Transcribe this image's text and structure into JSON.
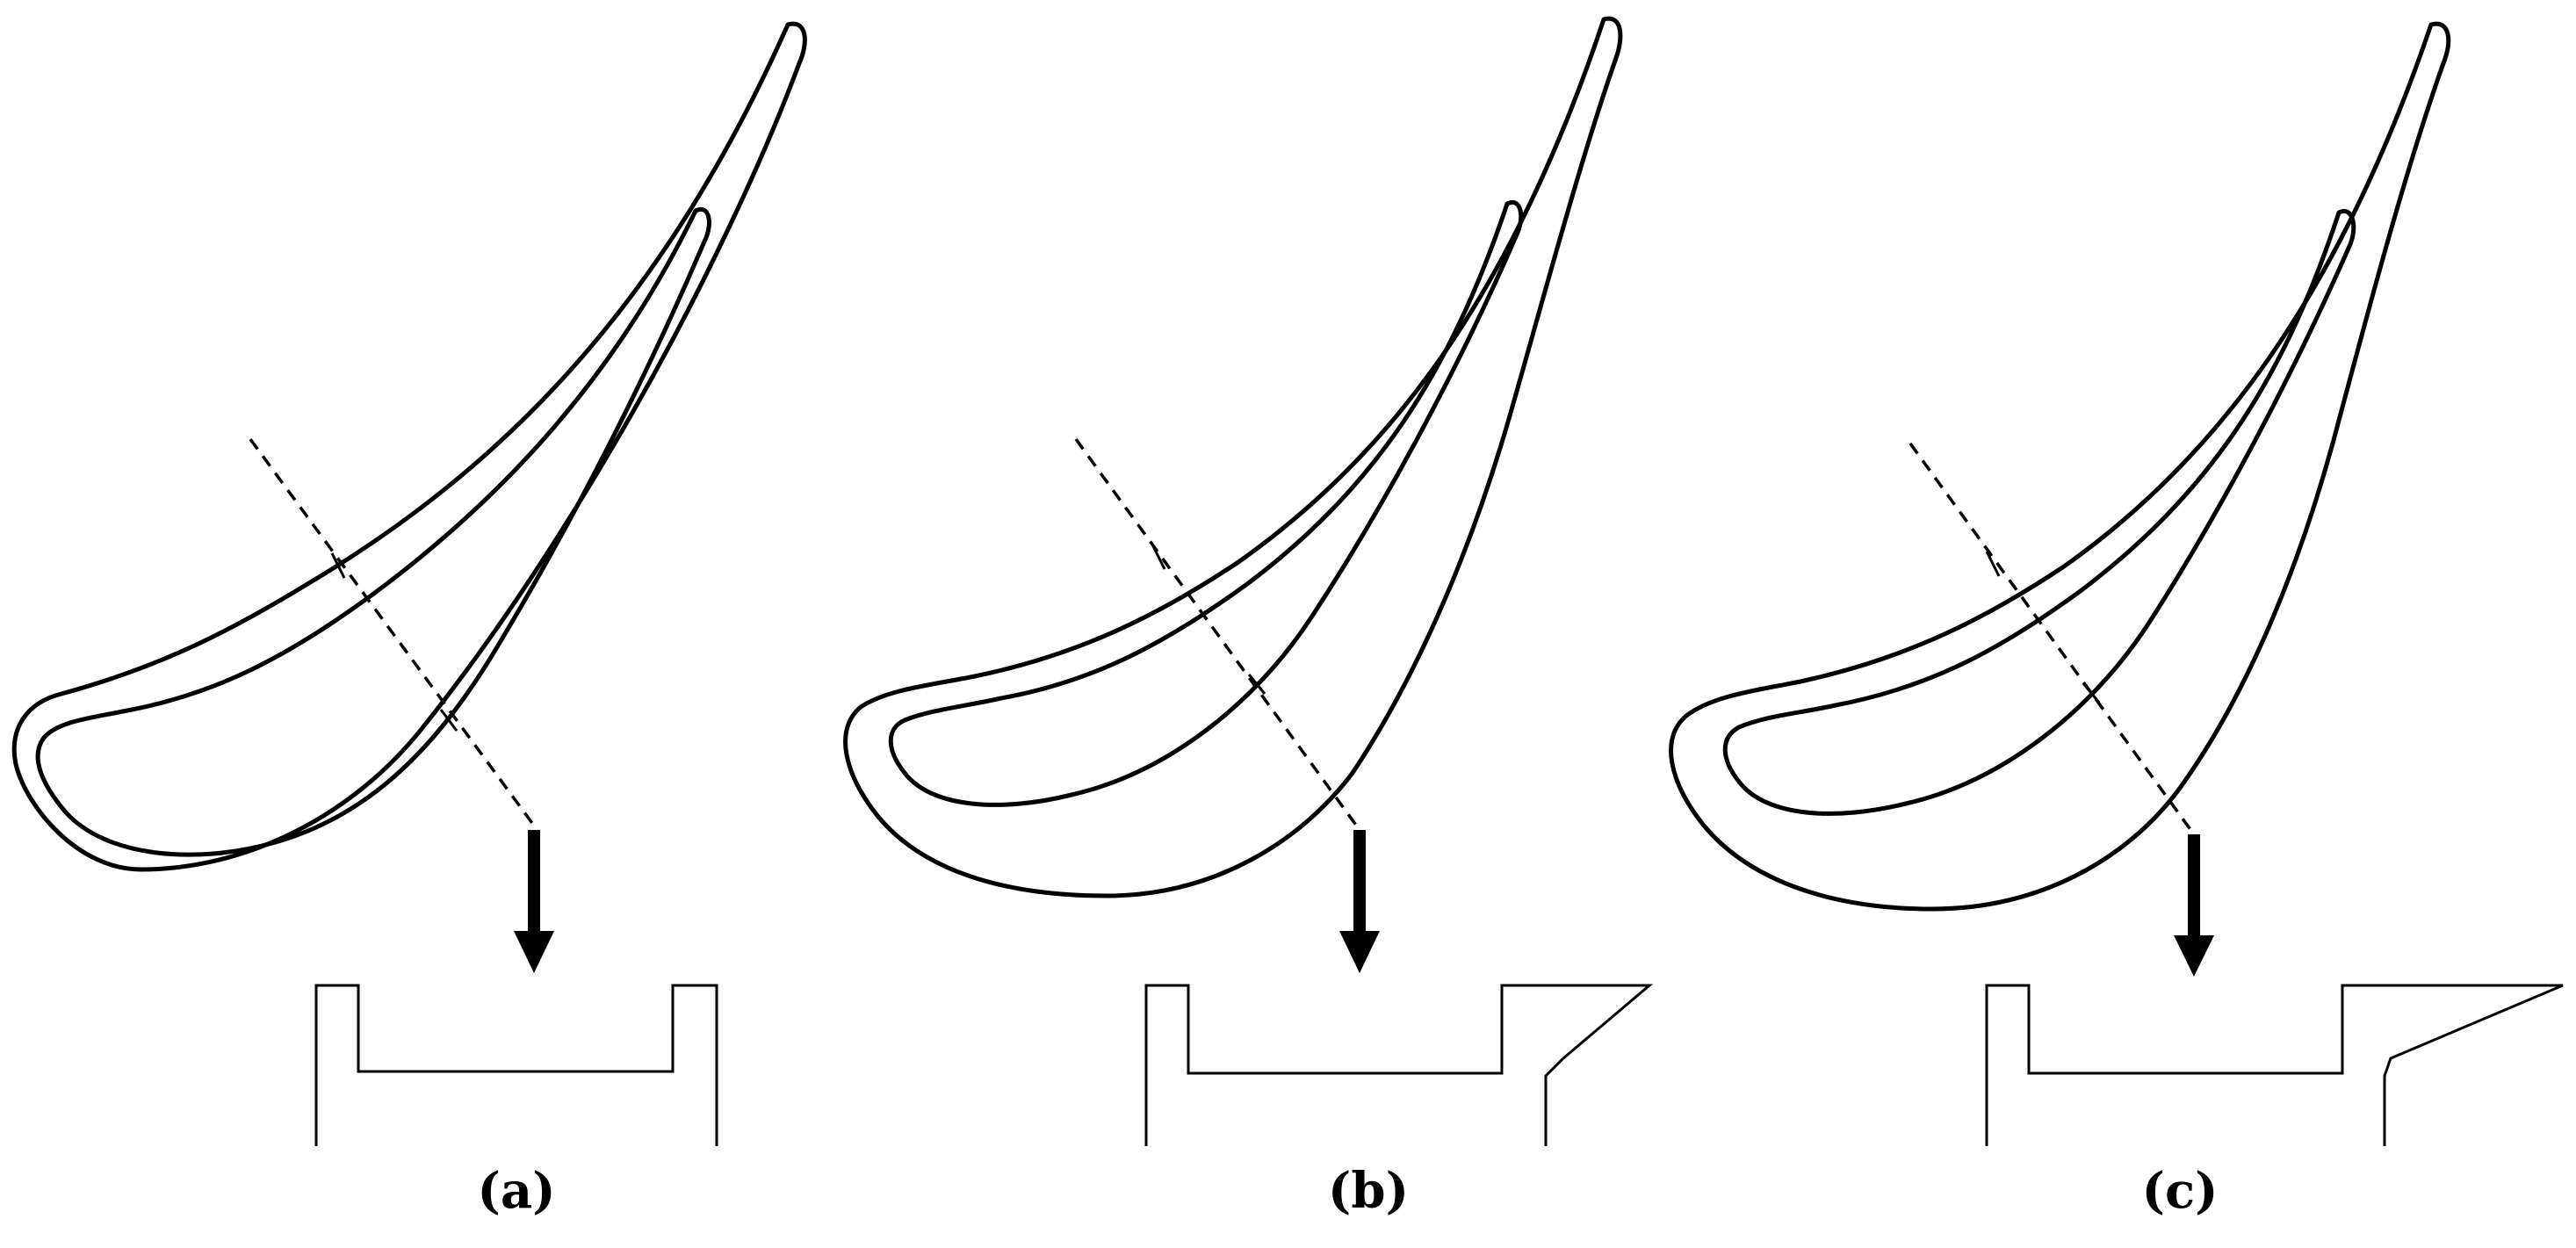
{
  "panels": [
    {
      "id": "a",
      "label": "(a)"
    },
    {
      "id": "b",
      "label": "(b)"
    },
    {
      "id": "c",
      "label": "(c)"
    }
  ],
  "colors": {
    "stroke": "#000000",
    "background": "#ffffff"
  }
}
